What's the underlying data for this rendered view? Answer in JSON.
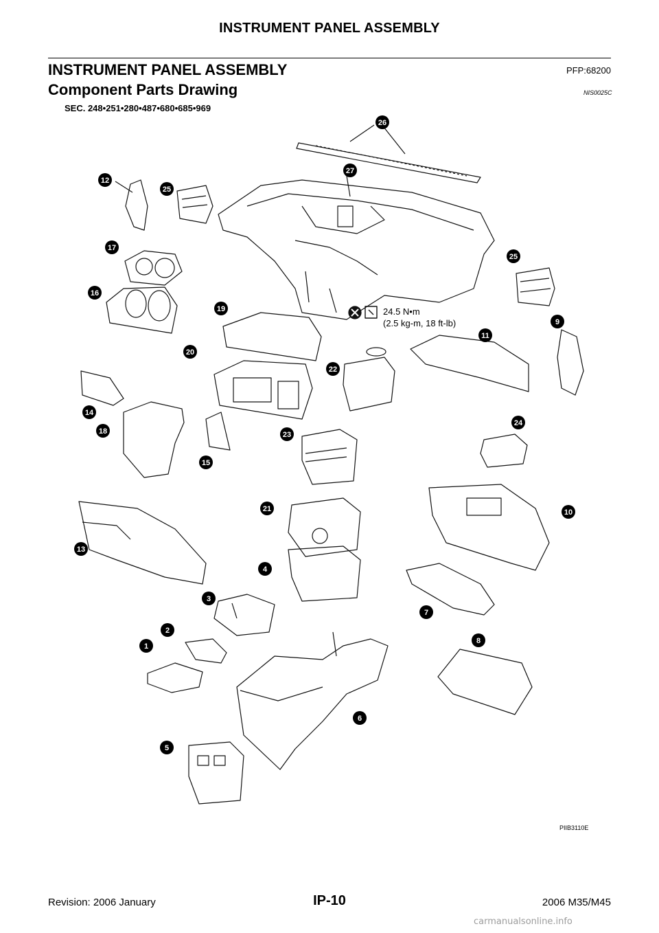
{
  "header": {
    "title": "INSTRUMENT PANEL ASSEMBLY"
  },
  "section": {
    "title": "INSTRUMENT PANEL ASSEMBLY",
    "pfp": "PFP:68200",
    "component_title": "Component Parts Drawing",
    "component_code": "NIS0025C",
    "sec_line": "SEC. 248•251•280•487•680•685•969"
  },
  "diagram": {
    "torque_line1": "24.5 N•m",
    "torque_line2": "(2.5 kg-m, 18 ft-lb)",
    "figure_id": "PIIB3110E",
    "callouts": [
      "26",
      "27",
      "12",
      "25",
      "17",
      "16",
      "25",
      "19",
      "9",
      "11",
      "20",
      "22",
      "14",
      "18",
      "15",
      "23",
      "24",
      "21",
      "10",
      "13",
      "4",
      "3",
      "7",
      "2",
      "8",
      "1",
      "6",
      "5"
    ]
  },
  "footer": {
    "revision": "Revision: 2006 January",
    "page": "IP-10",
    "model": "2006 M35/M45"
  },
  "watermark": "carmanualsonline.info"
}
